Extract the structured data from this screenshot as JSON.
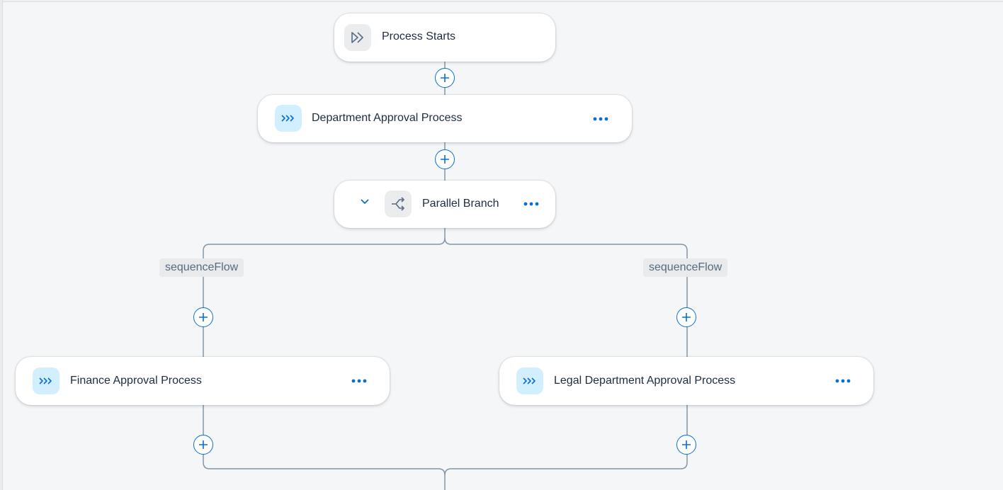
{
  "nodes": {
    "process_start": {
      "label": "Process Starts",
      "icon": "play-forward-icon"
    },
    "department_approval": {
      "label": "Department Approval Process",
      "icon": "chevrons-right-icon"
    },
    "parallel_branch": {
      "label": "Parallel Branch",
      "icon": "branch-split-icon"
    },
    "finance_approval": {
      "label": "Finance Approval Process",
      "icon": "chevrons-right-icon"
    },
    "legal_approval": {
      "label": "Legal Department Approval Process",
      "icon": "chevrons-right-icon"
    }
  },
  "flows": {
    "left_label": "sequenceFlow",
    "right_label": "sequenceFlow"
  },
  "colors": {
    "accent": "#0a6ed1",
    "connector": "#8396a8",
    "text": "#1d2d3e",
    "canvas": "#f5f6f7"
  }
}
